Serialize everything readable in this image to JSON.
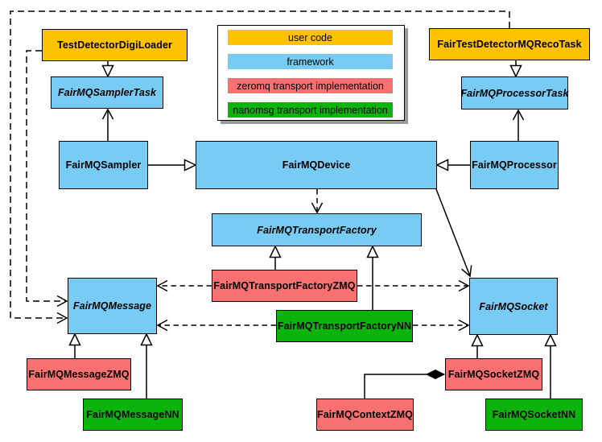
{
  "legend": {
    "items": [
      {
        "label": "user code",
        "color": "#FFC200"
      },
      {
        "label": "framework",
        "color": "#78CBF2"
      },
      {
        "label": "zeromq transport implementation",
        "color": "#F87070"
      },
      {
        "label": "nanomsg transport implementation",
        "color": "#0BB40B"
      }
    ]
  },
  "nodes": {
    "tdl": {
      "label": "TestDetectorDigiLoader",
      "category": "user code",
      "abstract": false
    },
    "recoTask": {
      "label": "FairTestDetectorMQRecoTask",
      "category": "user code",
      "abstract": false
    },
    "samplerTask": {
      "label": "FairMQSamplerTask",
      "category": "framework",
      "abstract": true
    },
    "processorTask": {
      "label": "FairMQProcessorTask",
      "category": "framework",
      "abstract": true
    },
    "sampler": {
      "label": "FairMQSampler",
      "category": "framework",
      "abstract": false
    },
    "device": {
      "label": "FairMQDevice",
      "category": "framework",
      "abstract": false
    },
    "processor": {
      "label": "FairMQProcessor",
      "category": "framework",
      "abstract": false
    },
    "factory": {
      "label": "FairMQTransportFactory",
      "category": "framework",
      "abstract": true
    },
    "factoryZMQ": {
      "label": "FairMQTransportFactoryZMQ",
      "category": "zeromq transport implementation",
      "abstract": false
    },
    "factoryNN": {
      "label": "FairMQTransportFactoryNN",
      "category": "nanomsg transport implementation",
      "abstract": false
    },
    "message": {
      "label": "FairMQMessage",
      "category": "framework",
      "abstract": true
    },
    "socket": {
      "label": "FairMQSocket",
      "category": "framework",
      "abstract": true
    },
    "messageZMQ": {
      "label": "FairMQMessageZMQ",
      "category": "zeromq transport implementation",
      "abstract": false
    },
    "messageNN": {
      "label": "FairMQMessageNN",
      "category": "nanomsg transport implementation",
      "abstract": false
    },
    "contextZMQ": {
      "label": "FairMQContextZMQ",
      "category": "zeromq transport implementation",
      "abstract": false
    },
    "socketZMQ": {
      "label": "FairMQSocketZMQ",
      "category": "zeromq transport implementation",
      "abstract": false
    },
    "socketNN": {
      "label": "FairMQSocketNN",
      "category": "nanomsg transport implementation",
      "abstract": false
    }
  },
  "edges": [
    {
      "from": "TestDetectorDigiLoader",
      "to": "FairMQSamplerTask",
      "line": "solid",
      "head": "hollow-triangle"
    },
    {
      "from": "FairMQSampler",
      "to": "FairMQSamplerTask",
      "line": "solid",
      "head": "open-arrow"
    },
    {
      "from": "FairTestDetectorMQRecoTask",
      "to": "FairMQProcessorTask",
      "line": "solid",
      "head": "hollow-triangle"
    },
    {
      "from": "FairMQProcessor",
      "to": "FairMQProcessorTask",
      "line": "solid",
      "head": "open-arrow"
    },
    {
      "from": "FairMQSampler",
      "to": "FairMQDevice",
      "line": "solid",
      "head": "hollow-triangle"
    },
    {
      "from": "FairMQProcessor",
      "to": "FairMQDevice",
      "line": "solid",
      "head": "hollow-triangle"
    },
    {
      "from": "FairMQDevice",
      "to": "FairMQTransportFactory",
      "line": "dashed",
      "head": "open-arrow"
    },
    {
      "from": "FairMQDevice",
      "to": "FairMQSocket",
      "line": "solid",
      "head": "open-arrow"
    },
    {
      "from": "FairMQTransportFactoryZMQ",
      "to": "FairMQTransportFactory",
      "line": "solid",
      "head": "hollow-triangle"
    },
    {
      "from": "FairMQTransportFactoryNN",
      "to": "FairMQTransportFactory",
      "line": "solid",
      "head": "hollow-triangle"
    },
    {
      "from": "FairMQTransportFactoryZMQ",
      "to": "FairMQMessage",
      "line": "dashed",
      "head": "open-arrow"
    },
    {
      "from": "FairMQTransportFactoryZMQ",
      "to": "FairMQSocket",
      "line": "dashed",
      "head": "open-arrow"
    },
    {
      "from": "FairMQTransportFactoryNN",
      "to": "FairMQMessage",
      "line": "dashed",
      "head": "open-arrow"
    },
    {
      "from": "FairMQTransportFactoryNN",
      "to": "FairMQSocket",
      "line": "dashed",
      "head": "open-arrow"
    },
    {
      "from": "TestDetectorDigiLoader",
      "to": "FairMQMessage",
      "line": "dashed",
      "head": "open-arrow"
    },
    {
      "from": "FairTestDetectorMQRecoTask",
      "to": "FairMQMessage",
      "line": "dashed",
      "head": "open-arrow"
    },
    {
      "from": "FairMQMessageZMQ",
      "to": "FairMQMessage",
      "line": "solid",
      "head": "hollow-triangle"
    },
    {
      "from": "FairMQMessageNN",
      "to": "FairMQMessage",
      "line": "solid",
      "head": "hollow-triangle"
    },
    {
      "from": "FairMQSocketZMQ",
      "to": "FairMQSocket",
      "line": "solid",
      "head": "hollow-triangle"
    },
    {
      "from": "FairMQSocketNN",
      "to": "FairMQSocket",
      "line": "solid",
      "head": "hollow-triangle"
    },
    {
      "from": "FairMQContextZMQ",
      "to": "FairMQSocketZMQ",
      "line": "solid",
      "head": "filled-diamond"
    }
  ],
  "colors": {
    "box_border": "#000000",
    "background": "#FFFFFF",
    "legend_shadow": "#9A9A9A"
  }
}
